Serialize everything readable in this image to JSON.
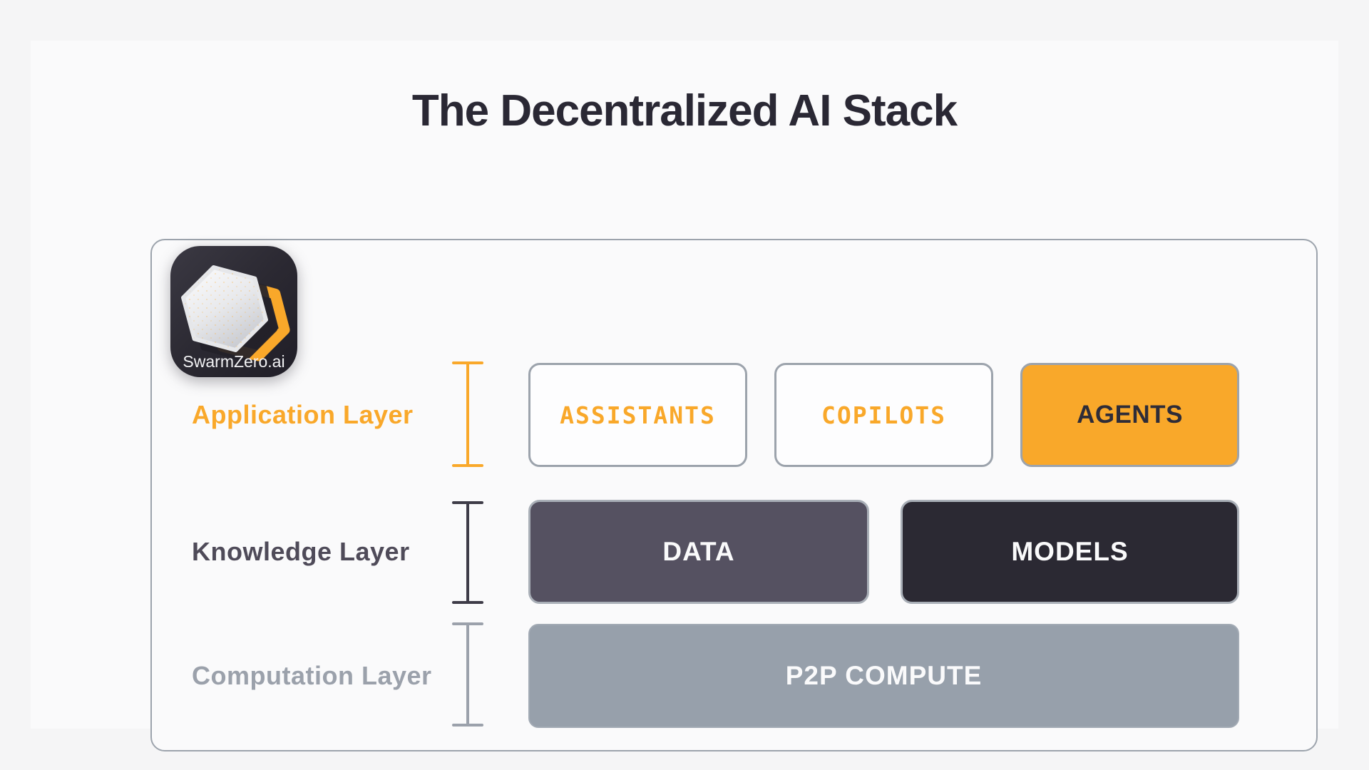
{
  "page": {
    "title": "The Decentralized AI Stack"
  },
  "logo": {
    "label": "SwarmZero.ai",
    "icon": "hexagon-icon"
  },
  "layers": [
    {
      "id": "application",
      "label": "Application Layer",
      "boxes": [
        {
          "label": "ASSISTANTS",
          "style": "outline-orange-text"
        },
        {
          "label": "COPILOTS",
          "style": "outline-orange-text"
        },
        {
          "label": "AGENTS",
          "style": "orange-filled"
        }
      ]
    },
    {
      "id": "knowledge",
      "label": "Knowledge Layer",
      "boxes": [
        {
          "label": "DATA",
          "style": "purple-gray-filled"
        },
        {
          "label": "MODELS",
          "style": "dark-filled"
        }
      ]
    },
    {
      "id": "computation",
      "label": "Computation Layer",
      "boxes": [
        {
          "label": "P2P COMPUTE",
          "style": "steel-gray-filled"
        }
      ]
    }
  ],
  "colors": {
    "orange": "#F9A82A",
    "title_text": "#2A2834",
    "knowledge_text": "#4F4B59",
    "computation_text": "#9BA1AB",
    "border_gray": "#9CA3AC",
    "box_bg_light": "#FDFDFE",
    "data_bg": "#555161",
    "models_bg": "#2B2933",
    "p2p_bg": "#97A0AB",
    "dark_bracket": "#3E3C48",
    "card_bg": "#FAFAFB",
    "page_bg": "#F5F5F6",
    "logo_bg": "#2B2932",
    "white_text": "#FAFAFB"
  }
}
